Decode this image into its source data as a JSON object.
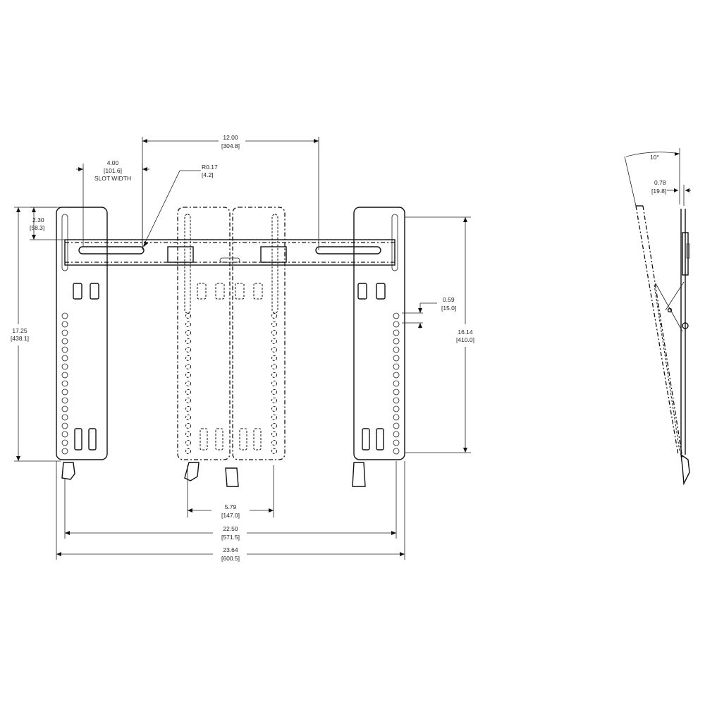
{
  "dimensions": {
    "rail_spacing": {
      "value": "12.00",
      "metric": "[304.8]"
    },
    "slot_width": {
      "value": "4.00",
      "metric": "[101.6]",
      "label": "SLOT WIDTH"
    },
    "radius": {
      "value": "R0.17",
      "metric": "[4.2]"
    },
    "top_offset": {
      "value": "2.30",
      "metric": "[58.3]"
    },
    "overall_height": {
      "value": "17.25",
      "metric": "[438.1]"
    },
    "hole_pitch": {
      "value": "0.59",
      "metric": "[15.0]"
    },
    "hole_span": {
      "value": "16.14",
      "metric": "[410.0]"
    },
    "inner_width": {
      "value": "5.79",
      "metric": "[147.0]"
    },
    "max_width": {
      "value": "22.50",
      "metric": "[571.5]"
    },
    "overall_width": {
      "value": "23.64",
      "metric": "[600.5]"
    },
    "tilt_angle": {
      "value": "10°"
    },
    "depth": {
      "value": "0.78",
      "metric": "[19.8]"
    }
  }
}
